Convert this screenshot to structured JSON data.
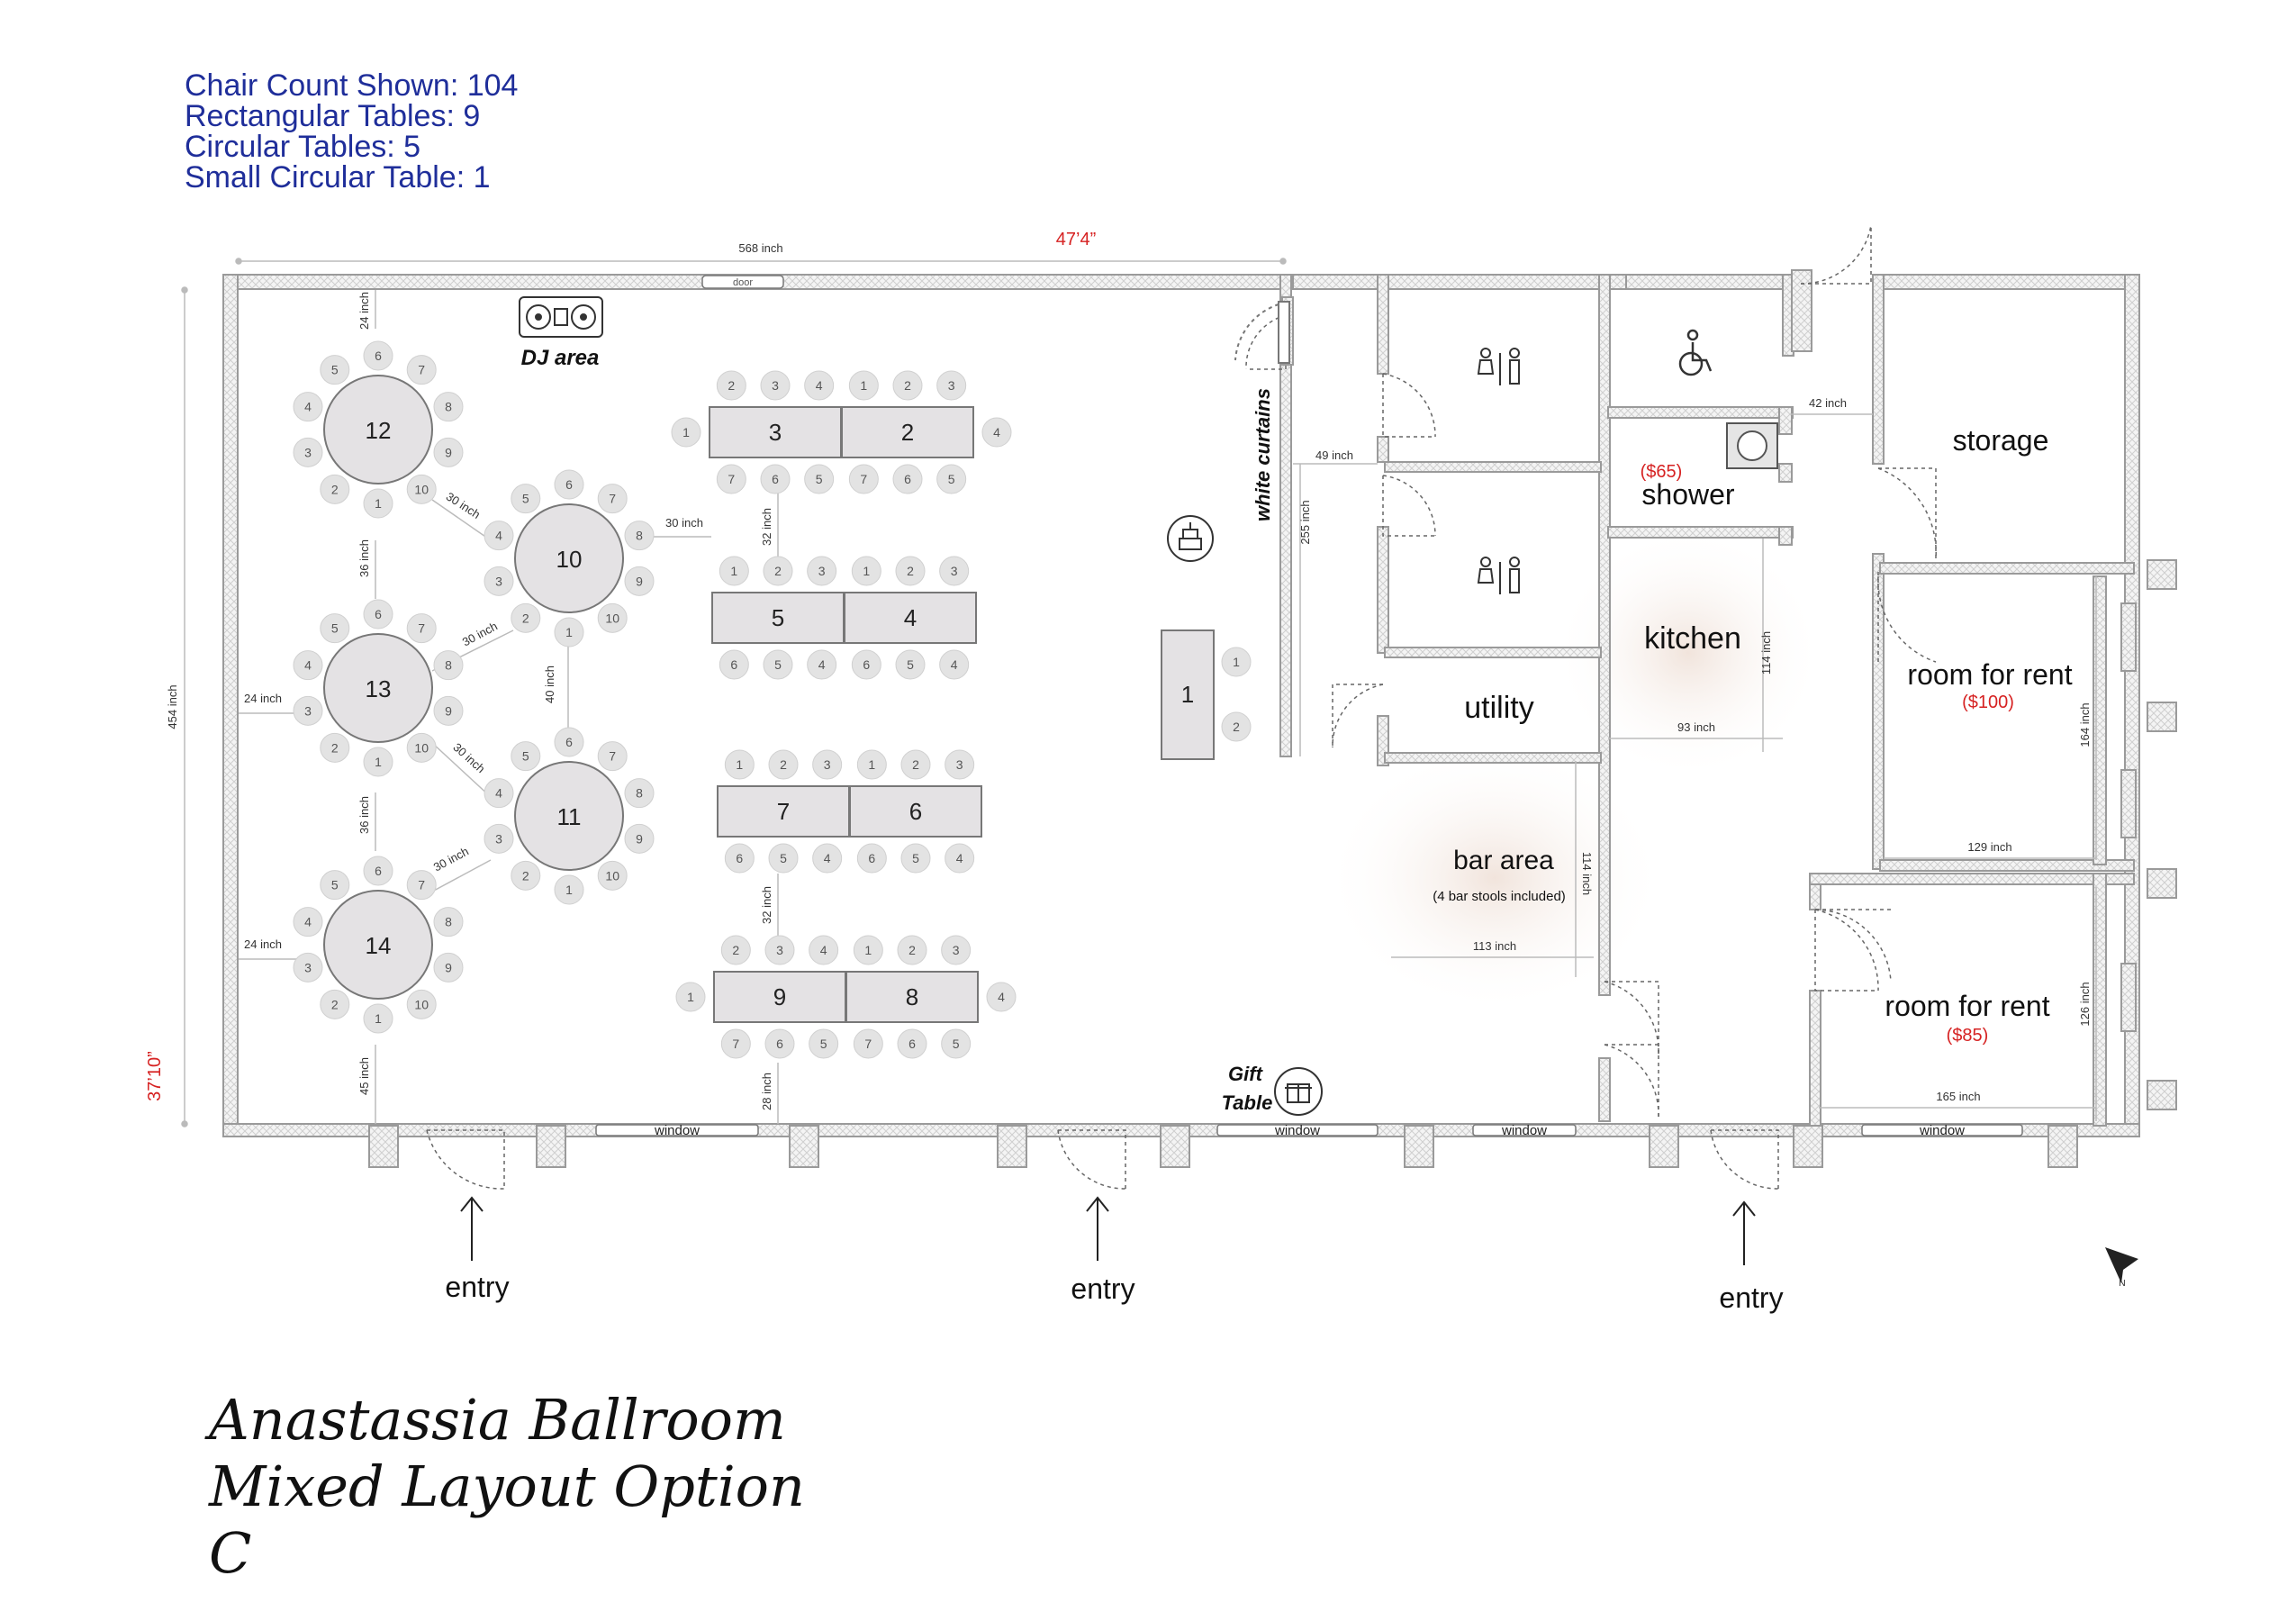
{
  "counts": {
    "chair_count": "Chair Count Shown: 104",
    "rect_tables": "Rectangular Tables: 9",
    "circ_tables": "Circular Tables: 5",
    "small_circ_table": "Small Circular Table: 1"
  },
  "title": {
    "line1": "Anastassia Ballroom",
    "line2": "Mixed Layout Option",
    "line3": "C"
  },
  "dimensions": {
    "top_inch": "568 inch",
    "top_feet": "47’4”",
    "left_inch": "454 inch",
    "left_feet": "37’10”"
  },
  "labels": {
    "door": "door",
    "dj": "DJ area",
    "curtains": "white curtains",
    "gift_line1": "Gift",
    "gift_line2": "Table",
    "storage": "storage",
    "shower_price": "($65)",
    "shower": "shower",
    "kitchen": "kitchen",
    "utility": "utility",
    "bar": "bar area",
    "bar_note": "(4 bar stools included)",
    "rent1": "room for  rent",
    "rent1_price": "($100)",
    "rent2": "room for  rent",
    "rent2_price": "($85)",
    "window": "window",
    "entry": "entry",
    "north": "N"
  },
  "measures": {
    "m24_top": "24 inch",
    "m36_a": "36 inch",
    "m36_b": "36 inch",
    "m24_mid": "24 inch",
    "m24_low": "24 inch",
    "m45": "45 inch",
    "m30_a": "30 inch",
    "m30_b": "30 inch",
    "m30_c": "30 inch",
    "m30_d": "30 inch",
    "m30_e": "30 inch",
    "m40": "40 inch",
    "m32_a": "32 inch",
    "m32_b": "32 inch",
    "m28": "28 inch",
    "m49": "49 inch",
    "m255": "255 inch",
    "m42": "42 inch",
    "m114_k": "114 inch",
    "m93": "93 inch",
    "m114_b": "114 inch",
    "m113": "113 inch",
    "m164": "164 inch",
    "m129": "129 inch",
    "m126": "126 inch",
    "m165": "165 inch"
  },
  "round_tables": [
    {
      "label": "12",
      "chairs": [
        "1",
        "2",
        "3",
        "4",
        "5",
        "6",
        "7",
        "8",
        "9",
        "10"
      ]
    },
    {
      "label": "10",
      "chairs": [
        "1",
        "2",
        "3",
        "4",
        "5",
        "6",
        "7",
        "8",
        "9",
        "10"
      ]
    },
    {
      "label": "13",
      "chairs": [
        "1",
        "2",
        "3",
        "4",
        "5",
        "6",
        "7",
        "8",
        "9",
        "10"
      ]
    },
    {
      "label": "11",
      "chairs": [
        "1",
        "2",
        "3",
        "4",
        "5",
        "6",
        "7",
        "8",
        "9",
        "10"
      ]
    },
    {
      "label": "14",
      "chairs": [
        "1",
        "2",
        "3",
        "4",
        "5",
        "6",
        "7",
        "8",
        "9",
        "10"
      ]
    }
  ],
  "rect_tables": [
    {
      "label": "3",
      "top": [
        "2",
        "3",
        "4"
      ],
      "bottom": [
        "7",
        "6",
        "5"
      ],
      "end_left": "1"
    },
    {
      "label": "2",
      "top": [
        "1",
        "2",
        "3"
      ],
      "bottom": [
        "7",
        "6",
        "5"
      ],
      "end_right": "4"
    },
    {
      "label": "5",
      "top": [
        "1",
        "2",
        "3"
      ],
      "bottom": [
        "6",
        "5",
        "4"
      ]
    },
    {
      "label": "4",
      "top": [
        "1",
        "2",
        "3"
      ],
      "bottom": [
        "6",
        "5",
        "4"
      ]
    },
    {
      "label": "7",
      "top": [
        "1",
        "2",
        "3"
      ],
      "bottom": [
        "6",
        "5",
        "4"
      ]
    },
    {
      "label": "6",
      "top": [
        "1",
        "2",
        "3"
      ],
      "bottom": [
        "6",
        "5",
        "4"
      ]
    },
    {
      "label": "9",
      "top": [
        "2",
        "3",
        "4"
      ],
      "bottom": [
        "7",
        "6",
        "5"
      ],
      "end_left": "1"
    },
    {
      "label": "8",
      "top": [
        "1",
        "2",
        "3"
      ],
      "bottom": [
        "7",
        "6",
        "5"
      ],
      "end_right": "4"
    },
    {
      "label": "1",
      "side": [
        "1",
        "2"
      ]
    }
  ]
}
